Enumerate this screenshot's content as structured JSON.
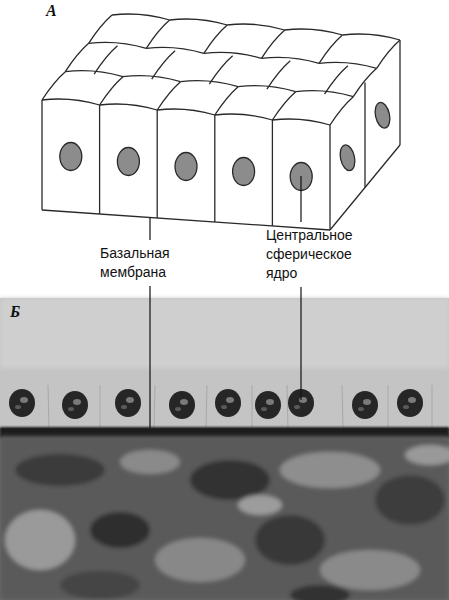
{
  "diagram": {
    "labels": [
      "А",
      "Базальная мембрана",
      "Центральное сферическое ядро",
      "Б"
    ]
  }
}
